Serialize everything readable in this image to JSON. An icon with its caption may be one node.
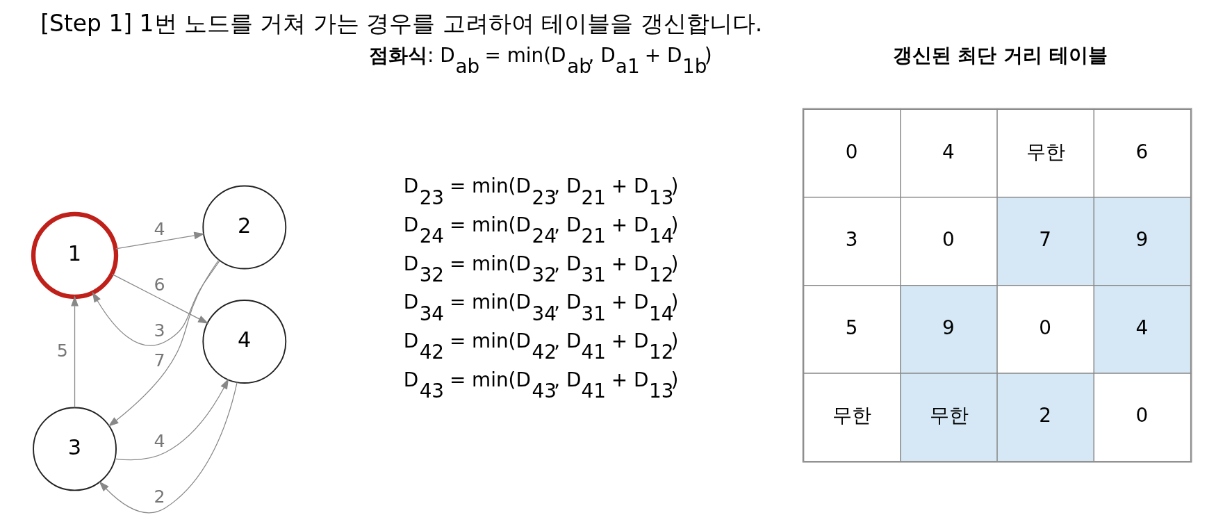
{
  "diagram": {
    "title": "[Step 1] 1번 노드를 거쳐 가는 경우를 고려하여 테이블을 갱신합니다.",
    "nodes": [
      {
        "text": [
          "1"
        ]
      },
      {
        "text": [
          "2"
        ]
      },
      {
        "text": [
          "3"
        ]
      },
      {
        "text": [
          "4"
        ]
      }
    ],
    "edges": [
      {
        "from": 1,
        "to": 0,
        "arrow": "to",
        "label": "3"
      },
      {
        "from": 0,
        "to": 1,
        "arrow": "to",
        "label": "4"
      },
      {
        "from": 0,
        "to": 3,
        "arrow": "to",
        "label": "6"
      },
      {
        "from": 1,
        "to": 2,
        "arrow": "to",
        "label": "7"
      },
      {
        "from": 2,
        "to": 0,
        "arrow": "to",
        "label": "5"
      },
      {
        "from": 3,
        "to": 2,
        "arrow": "to",
        "label": "2"
      },
      {
        "from": 2,
        "to": 3,
        "arrow": "to",
        "label": "4"
      }
    ],
    "labels": [
      "**점화식**: D$_{ab}$ = min(D$_{ab}$, D$_{a1}$ + D$_{1b}$)",
      "D$_{23}$ = min(D$_{23}$, D$_{21}$ + D$_{13}$)",
      "D$_{24}$ = min(D$_{24}$, D$_{21}$ + D$_{14}$)",
      "D$_{32}$ = min(D$_{32}$, D$_{31}$ + D$_{12}$)",
      "D$_{34}$ = min(D$_{34}$, D$_{31}$ + D$_{14}$)",
      "D$_{42}$ = min(D$_{42}$, D$_{41}$ + D$_{12}$)",
      "D$_{43}$ = min(D$_{43}$, D$_{41}$ + D$_{13}$)",
      "갱신된 최단 거리 테이블",
      "0",
      "4",
      "무한",
      "6",
      "3",
      "0",
      "7",
      "9",
      "5",
      "9",
      "0",
      "4",
      "무한",
      "무한",
      "2",
      "0"
    ]
  }
}
